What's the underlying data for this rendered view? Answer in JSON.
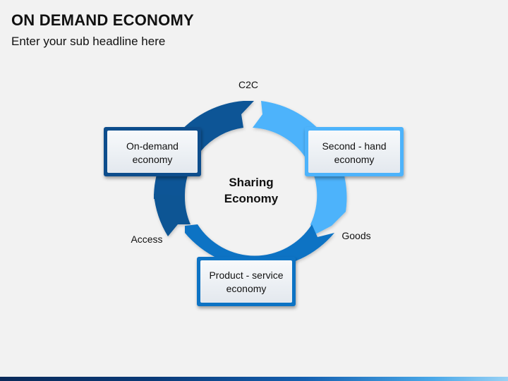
{
  "title": "ON DEMAND ECONOMY",
  "subtitle": "Enter your sub headline here",
  "center": {
    "line1": "Sharing",
    "line2": "Economy"
  },
  "boxes": {
    "on_demand": {
      "line1": "On-demand",
      "line2": "economy"
    },
    "second_hand": {
      "line1": "Second - hand",
      "line2": "economy"
    },
    "product_service": {
      "line1": "Product - service",
      "line2": "economy"
    }
  },
  "labels": {
    "c2c": "C2C",
    "goods": "Goods",
    "access": "Access"
  },
  "colors": {
    "segment_top_left": "#0b5596",
    "segment_right": "#4db3fb",
    "segment_bottom": "#0d73c4",
    "segment_left": "#0a5594",
    "box_dark_border": "#0b4e8c",
    "box_light_border": "#4db3fb",
    "box_bottom_border": "#0d73c4",
    "box_fill": "#eef1f5"
  }
}
